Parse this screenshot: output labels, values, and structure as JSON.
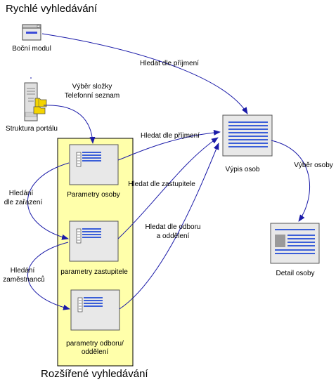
{
  "titles": {
    "top": "Rychlé vyhledávání",
    "bottom": "Rozšířené vyhledávání"
  },
  "nodes": {
    "bocni_modul": "Boční modul",
    "struktura": "Struktura portálu",
    "parametry_osoby": "Parametry osoby",
    "parametry_zastupitele": "parametry zastupitele",
    "parametry_odboru_1": "parametry odboru/",
    "parametry_odboru_2": "oddělení",
    "vypis_osob": "Výpis osob",
    "detail_osoby": "Detail osoby"
  },
  "edges": {
    "vyber_slozky_1": "Výběr složky",
    "vyber_slozky_2": "Telefonní seznam",
    "hledat_prijmeni_top": "Hledat dle příjmení",
    "hledat_prijmeni_mid": "Hledat dle příjmení",
    "hledat_zastupitele": "Hledat dle zastupitele",
    "hledat_odboru_1": "Hledat dle odboru",
    "hledat_odboru_2": "a oddělení",
    "hledani_zarazeni_1": "Hledání",
    "hledani_zarazeni_2": "dle zařazení",
    "hledani_zamestnancu_1": "Hledání",
    "hledani_zamestnancu_2": "zaměstnanců",
    "vyber_osoby": "Výběr osoby"
  },
  "colors": {
    "arrow": "#1a1aa8",
    "panel_fill": "#ffffaa",
    "lines": "#3a5ed8"
  }
}
